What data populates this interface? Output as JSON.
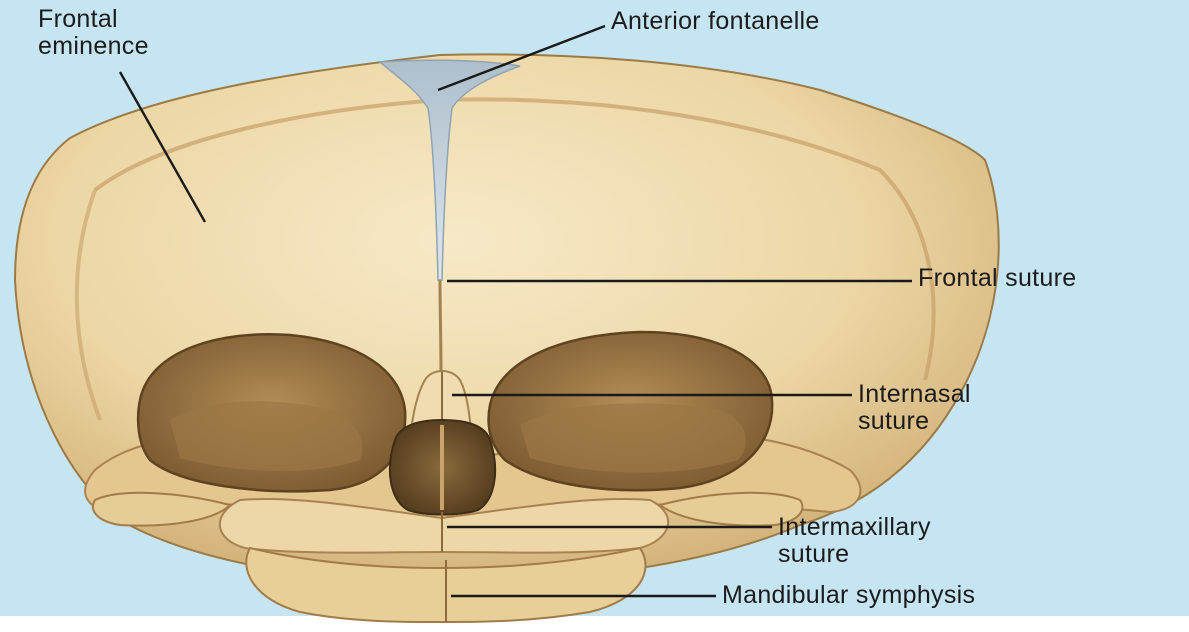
{
  "labels": {
    "frontal_eminence": {
      "line1": "Frontal",
      "line2": "eminence"
    },
    "anterior_fontanelle": "Anterior fontanelle",
    "frontal_suture": "Frontal suture",
    "internasal_suture": {
      "line1": "Internasal",
      "line2": "suture"
    },
    "intermaxillary_suture": {
      "line1": "Intermaxillary",
      "line2": "suture"
    },
    "mandibular_symphysis": "Mandibular symphysis"
  },
  "colors": {
    "background": "#c6e5f3",
    "bone": "#ecd6a4",
    "bone_shadow": "#b08a4f",
    "fontanelle": "#c3d3dd",
    "leader_line": "#1a1a1a"
  }
}
